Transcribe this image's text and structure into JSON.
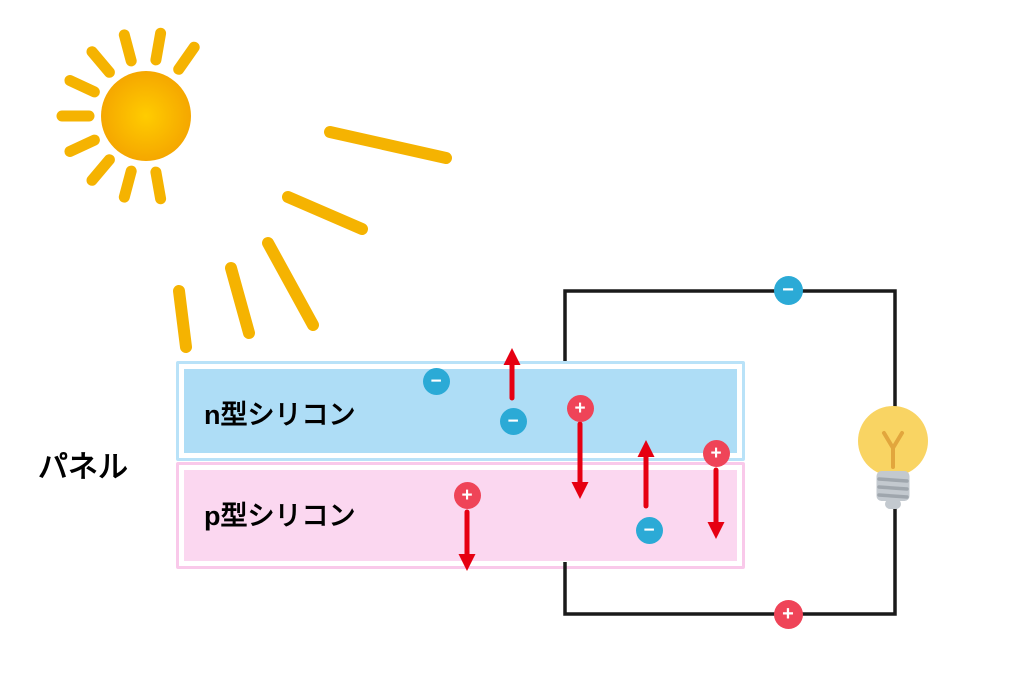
{
  "diagram": {
    "title": "solar-panel-principle-diagram",
    "panel_label": "パネル",
    "layers": {
      "n": {
        "label": "n型シリコン"
      },
      "p": {
        "label": "p型シリコン"
      }
    },
    "symbols": {
      "minus": "−",
      "plus": "+"
    },
    "colors": {
      "sun": "#F5A700",
      "sun_center": "#FFCC00",
      "n_layer_fill": "#AEDDF6",
      "n_layer_border": "#B9E2F8",
      "p_layer_fill": "#FBD7F0",
      "p_layer_border": "#F9C9EA",
      "electron": "#2BAAD6",
      "hole": "#EF4458",
      "wire": "#1a1a1a",
      "arrow": "#E60012",
      "bulb_glass": "#F9D463",
      "bulb_filament": "#E2A63D",
      "bulb_base": "#C3C9CF"
    }
  }
}
